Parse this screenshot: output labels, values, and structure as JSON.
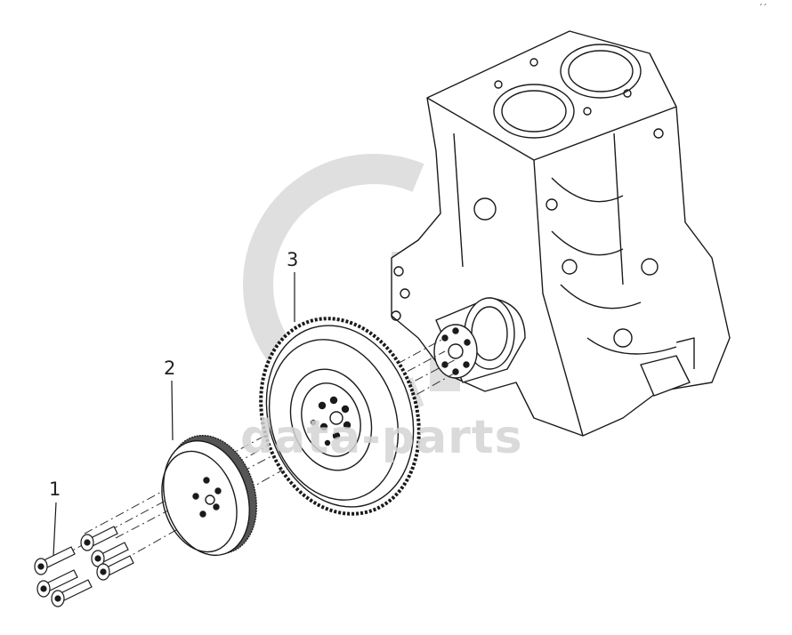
{
  "callouts": {
    "one": "1",
    "two": "2",
    "three": "3"
  },
  "watermark": {
    "text": "data-parts"
  },
  "corner_mark": "´´",
  "colors": {
    "line": "#1a1a1a",
    "watermark": "#d4d4d4",
    "background": "#ffffff"
  }
}
